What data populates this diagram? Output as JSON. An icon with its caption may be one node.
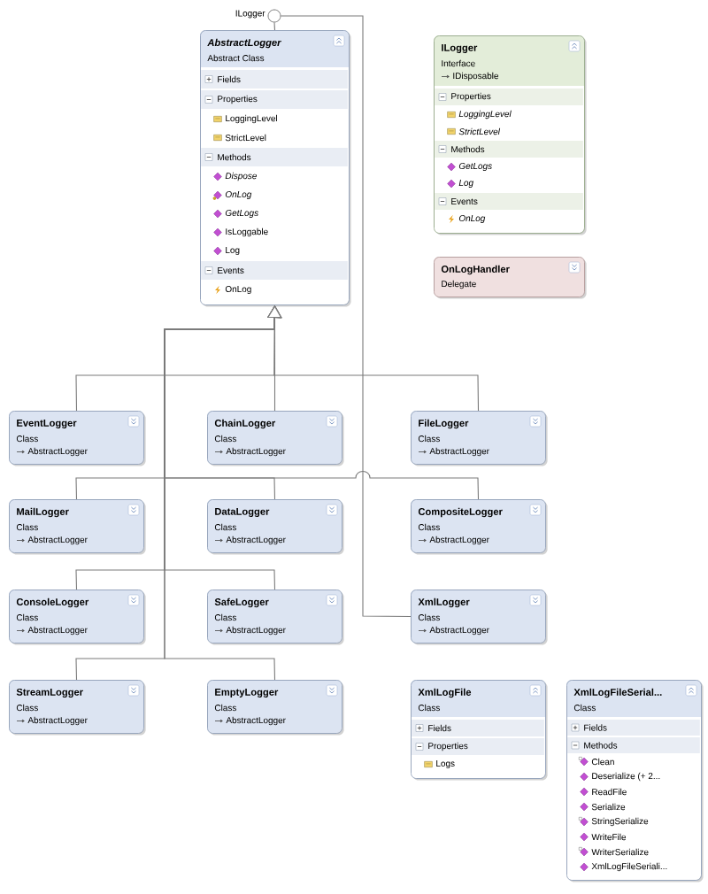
{
  "diagram": {
    "nodes": [
      {
        "text": [],
        "shape": "circle",
        "beside": [
          "ILogger"
        ]
      },
      {
        "text": [
          "AbstractLogger",
          "Abstract Class",
          "Fields",
          "Properties",
          "LoggingLevel",
          "StrictLevel",
          "Methods",
          "Dispose",
          "OnLog",
          "GetLogs",
          "IsLoggable",
          "Log",
          "Events",
          "OnLog"
        ]
      },
      {
        "text": [
          "ILogger",
          "Interface",
          "IDisposable",
          "Properties",
          "LoggingLevel",
          "StrictLevel",
          "Methods",
          "GetLogs",
          "Log",
          "Events",
          "OnLog"
        ]
      },
      {
        "text": [
          "OnLogHandler",
          "Delegate"
        ]
      },
      {
        "text": [
          "EventLogger",
          "Class",
          "AbstractLogger"
        ]
      },
      {
        "text": [
          "ChainLogger",
          "Class",
          "AbstractLogger"
        ]
      },
      {
        "text": [
          "FileLogger",
          "Class",
          "AbstractLogger"
        ]
      },
      {
        "text": [
          "MailLogger",
          "Class",
          "AbstractLogger"
        ]
      },
      {
        "text": [
          "DataLogger",
          "Class",
          "AbstractLogger"
        ]
      },
      {
        "text": [
          "CompositeLogger",
          "Class",
          "AbstractLogger"
        ]
      },
      {
        "text": [
          "ConsoleLogger",
          "Class",
          "AbstractLogger"
        ]
      },
      {
        "text": [
          "SafeLogger",
          "Class",
          "AbstractLogger"
        ]
      },
      {
        "text": [
          "XmlLogger",
          "Class",
          "AbstractLogger"
        ]
      },
      {
        "text": [
          "StreamLogger",
          "Class",
          "AbstractLogger"
        ]
      },
      {
        "text": [
          "EmptyLogger",
          "Class",
          "AbstractLogger"
        ]
      },
      {
        "text": [
          "XmlLogFile",
          "Class",
          "Fields",
          "Properties",
          "Logs"
        ]
      },
      {
        "text": [
          "XmlLogFileSerial...",
          "Class",
          "Fields",
          "Methods",
          "Clean",
          "Deserialize (+ 2...",
          "ReadFile",
          "Serialize",
          "StringSerialize",
          "WriteFile",
          "WriterSerialize",
          "XmlLogFileSeriali..."
        ]
      }
    ],
    "edges": [
      {
        "from": 1,
        "to": 0,
        "arrow": "none"
      },
      {
        "from": 4,
        "to": 1,
        "arrow": "to"
      },
      {
        "from": 5,
        "to": 1,
        "arrow": "to"
      },
      {
        "from": 6,
        "to": 1,
        "arrow": "to"
      },
      {
        "from": 7,
        "to": 1,
        "arrow": "to"
      },
      {
        "from": 8,
        "to": 1,
        "arrow": "to"
      },
      {
        "from": 9,
        "to": 1,
        "arrow": "to"
      },
      {
        "from": 10,
        "to": 1,
        "arrow": "to"
      },
      {
        "from": 11,
        "to": 1,
        "arrow": "to"
      },
      {
        "from": 13,
        "to": 1,
        "arrow": "to"
      },
      {
        "from": 14,
        "to": 1,
        "arrow": "to"
      },
      {
        "from": 12,
        "to": 0,
        "arrow": "none"
      }
    ]
  }
}
